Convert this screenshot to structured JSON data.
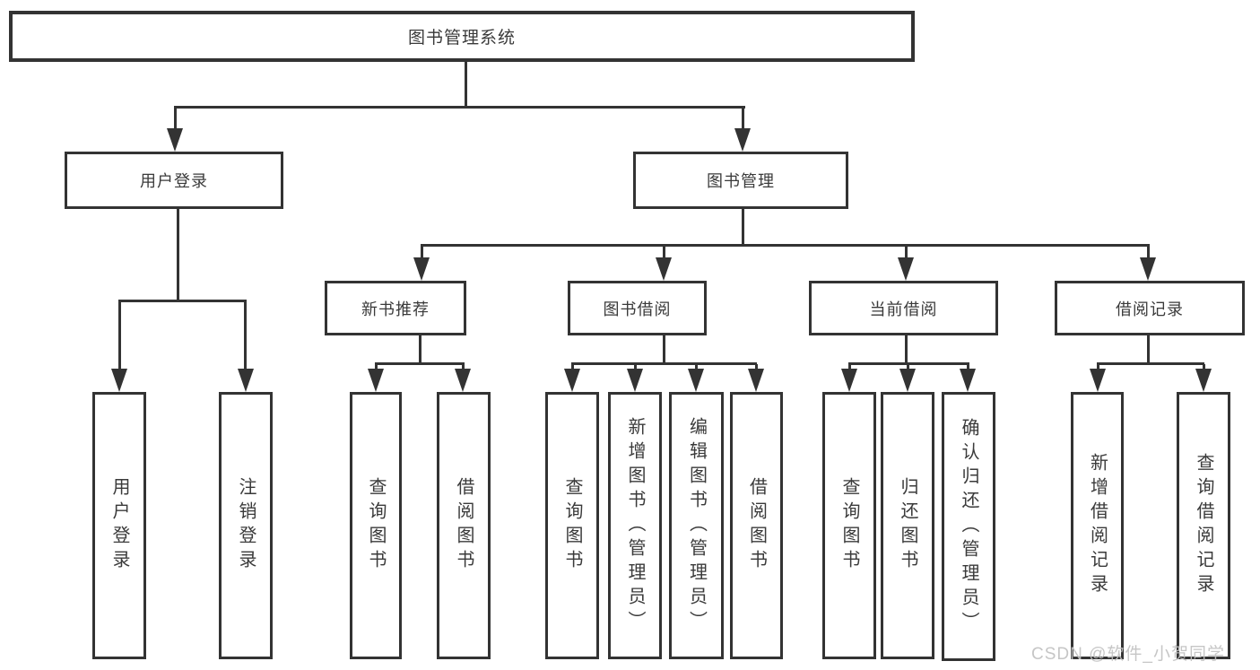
{
  "diagram": {
    "type": "tree-structure-chart",
    "root": {
      "label": "图书管理系统"
    },
    "branches": [
      {
        "label": "用户登录",
        "children": [
          {
            "label": "用户登录"
          },
          {
            "label": "注销登录"
          }
        ]
      },
      {
        "label": "图书管理",
        "children": [
          {
            "label": "新书推荐",
            "children": [
              {
                "label": "查询图书"
              },
              {
                "label": "借阅图书"
              }
            ]
          },
          {
            "label": "图书借阅",
            "children": [
              {
                "label": "查询图书"
              },
              {
                "label": "新增图书（管理员）"
              },
              {
                "label": "编辑图书（管理员）"
              },
              {
                "label": "借阅图书"
              }
            ]
          },
          {
            "label": "当前借阅",
            "children": [
              {
                "label": "查询图书"
              },
              {
                "label": "归还图书"
              },
              {
                "label": "确认归还（管理员）"
              }
            ]
          },
          {
            "label": "借阅记录",
            "children": [
              {
                "label": "新增借阅记录"
              },
              {
                "label": "查询借阅记录"
              }
            ]
          }
        ]
      }
    ]
  },
  "watermark": {
    "text": "CSDN @软件_小贺同学"
  },
  "colors": {
    "line": "#333333",
    "box_border": "#333333",
    "box_fill": "#ffffff",
    "text": "#3a3a3a",
    "watermark": "#c1c1c1",
    "background": "#ffffff"
  }
}
